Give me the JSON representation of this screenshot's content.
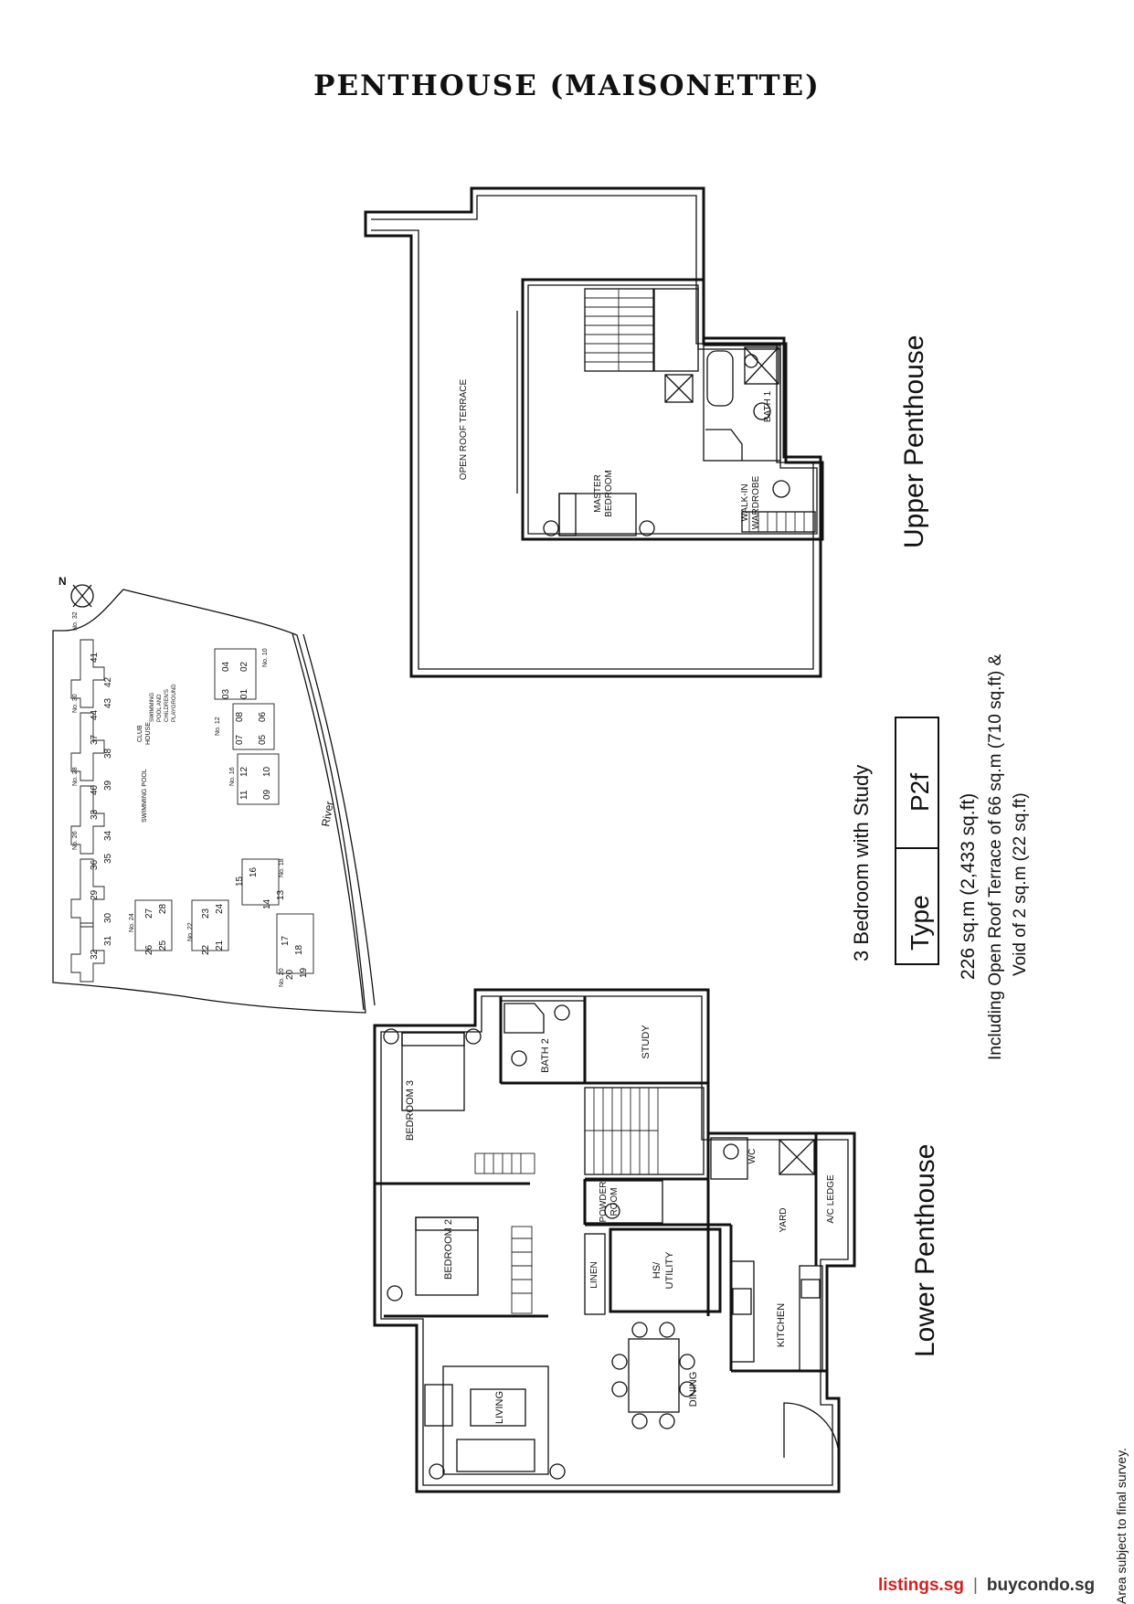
{
  "title": "PENTHOUSE (MAISONETTE)",
  "upper_heading": "Upper Penthouse",
  "lower_heading": "Lower Penthouse",
  "unit_desc": "3 Bedroom with Study",
  "type_label": "Type",
  "type_value": "P2f",
  "area": "226 sq.m (2,433 sq.ft)",
  "area_note_1": "Including Open Roof Terrace of 66 sq.m (710 sq.ft) &",
  "area_note_2": "Void of 2 sq.m (22 sq.ft)",
  "disclaimer": "Area subject to final survey.",
  "rooms_upper": {
    "terrace": "OPEN ROOF TERRACE",
    "master_1": "MASTER",
    "master_2": "BEDROOM",
    "bath1": "BATH 1",
    "wardrobe_1": "WALK-IN",
    "wardrobe_2": "WARDROBE"
  },
  "rooms_lower": {
    "bedroom3": "BEDROOM 3",
    "bedroom2": "BEDROOM 2",
    "bath2": "BATH 2",
    "study": "STUDY",
    "powder_1": "POWDER",
    "powder_2": "ROOM",
    "wc": "WC",
    "yard": "YARD",
    "ac_ledge": "A/C LEDGE",
    "linen": "LINEN",
    "utility_1": "HS/",
    "utility_2": "UTILITY",
    "kitchen": "KITCHEN",
    "dining": "DINING",
    "living": "LIVING"
  },
  "site_plan": {
    "north": "N",
    "river": "River",
    "clubhouse_1": "CLUB",
    "clubhouse_2": "HOUSE",
    "pool": "SWIMMING POOL",
    "playground_1": "SWIMMING",
    "playground_2": "POOL AND",
    "playground_3": "CHILDREN'S",
    "playground_4": "PLAYGROUND",
    "block_labels": [
      "No. 32",
      "No. 30",
      "No. 28",
      "No. 26",
      "No. 24",
      "No. 22",
      "No. 20",
      "No. 18",
      "No. 16",
      "No. 12",
      "No. 10"
    ],
    "units": [
      "41",
      "42",
      "44",
      "43",
      "37",
      "38",
      "40",
      "39",
      "33",
      "34",
      "36",
      "35",
      "29",
      "30",
      "32",
      "31",
      "27",
      "28",
      "26",
      "25",
      "23",
      "24",
      "22",
      "21",
      "16",
      "15",
      "13",
      "14",
      "17",
      "18",
      "20",
      "19",
      "04",
      "03",
      "02",
      "01",
      "08",
      "07",
      "06",
      "05",
      "12",
      "11",
      "10",
      "09"
    ]
  },
  "brand": {
    "site1": "listings.sg",
    "sep": "|",
    "site2": "buycondo.sg"
  }
}
